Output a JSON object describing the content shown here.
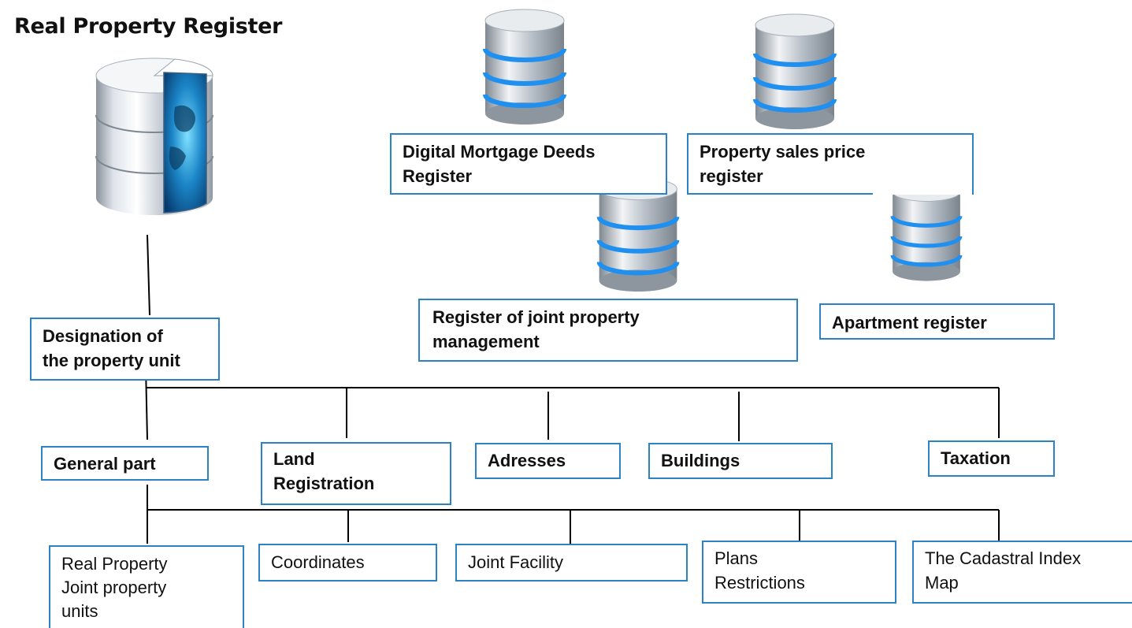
{
  "title": "Real Property Register",
  "central_unit": {
    "lines": [
      "Designation of",
      "the property unit"
    ]
  },
  "linked_registers": [
    {
      "id": "mortgage",
      "lines": [
        "Digital Mortgage Deeds",
        "Register"
      ]
    },
    {
      "id": "sales",
      "lines": [
        "Property sales price",
        "register"
      ]
    },
    {
      "id": "joint",
      "lines": [
        "Register of joint property",
        "management"
      ]
    },
    {
      "id": "apartment",
      "lines": [
        "Apartment register"
      ]
    }
  ],
  "parts": [
    {
      "id": "general",
      "lines": [
        "General part"
      ]
    },
    {
      "id": "land",
      "lines": [
        "Land",
        "Registration"
      ]
    },
    {
      "id": "adresses",
      "lines": [
        "Adresses"
      ]
    },
    {
      "id": "buildings",
      "lines": [
        "Buildings"
      ]
    },
    {
      "id": "taxation",
      "lines": [
        "Taxation"
      ]
    }
  ],
  "general_subparts": [
    {
      "id": "realprop",
      "lines": [
        "Real Property",
        "Joint property",
        "units"
      ]
    },
    {
      "id": "coordinates",
      "lines": [
        "Coordinates"
      ]
    },
    {
      "id": "jointfac",
      "lines": [
        "Joint Facility"
      ]
    },
    {
      "id": "plans",
      "lines": [
        "Plans",
        "Restrictions"
      ]
    },
    {
      "id": "cadastral",
      "lines": [
        "The Cadastral Index",
        "Map"
      ]
    }
  ],
  "colors": {
    "box_border": "#2b83c6",
    "connector": "#000000",
    "db_blue": "#1f8ff0"
  },
  "icons": [
    "globe-database-icon",
    "database-icon"
  ]
}
